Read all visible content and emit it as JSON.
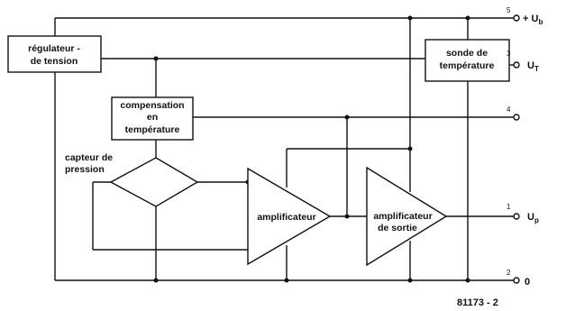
{
  "blocks": {
    "regulator": [
      "régulateur -",
      "de tension"
    ],
    "compensation": [
      "compensation",
      "en",
      "température"
    ],
    "sensor_label": [
      "capteur de",
      "pression"
    ],
    "temp_probe": [
      "sonde de",
      "température"
    ],
    "amplifier": "amplificateur",
    "output_amplifier": [
      "amplificateur",
      "de sortie"
    ]
  },
  "terminals": [
    {
      "number": "5",
      "label": "+ U",
      "sub": "b"
    },
    {
      "number": "3",
      "label": "U",
      "sub": "T"
    },
    {
      "number": "4",
      "label": "",
      "sub": ""
    },
    {
      "number": "1",
      "label": "U",
      "sub": "p"
    },
    {
      "number": "2",
      "label": "0",
      "sub": ""
    }
  ],
  "figure_number": "81173 - 2"
}
